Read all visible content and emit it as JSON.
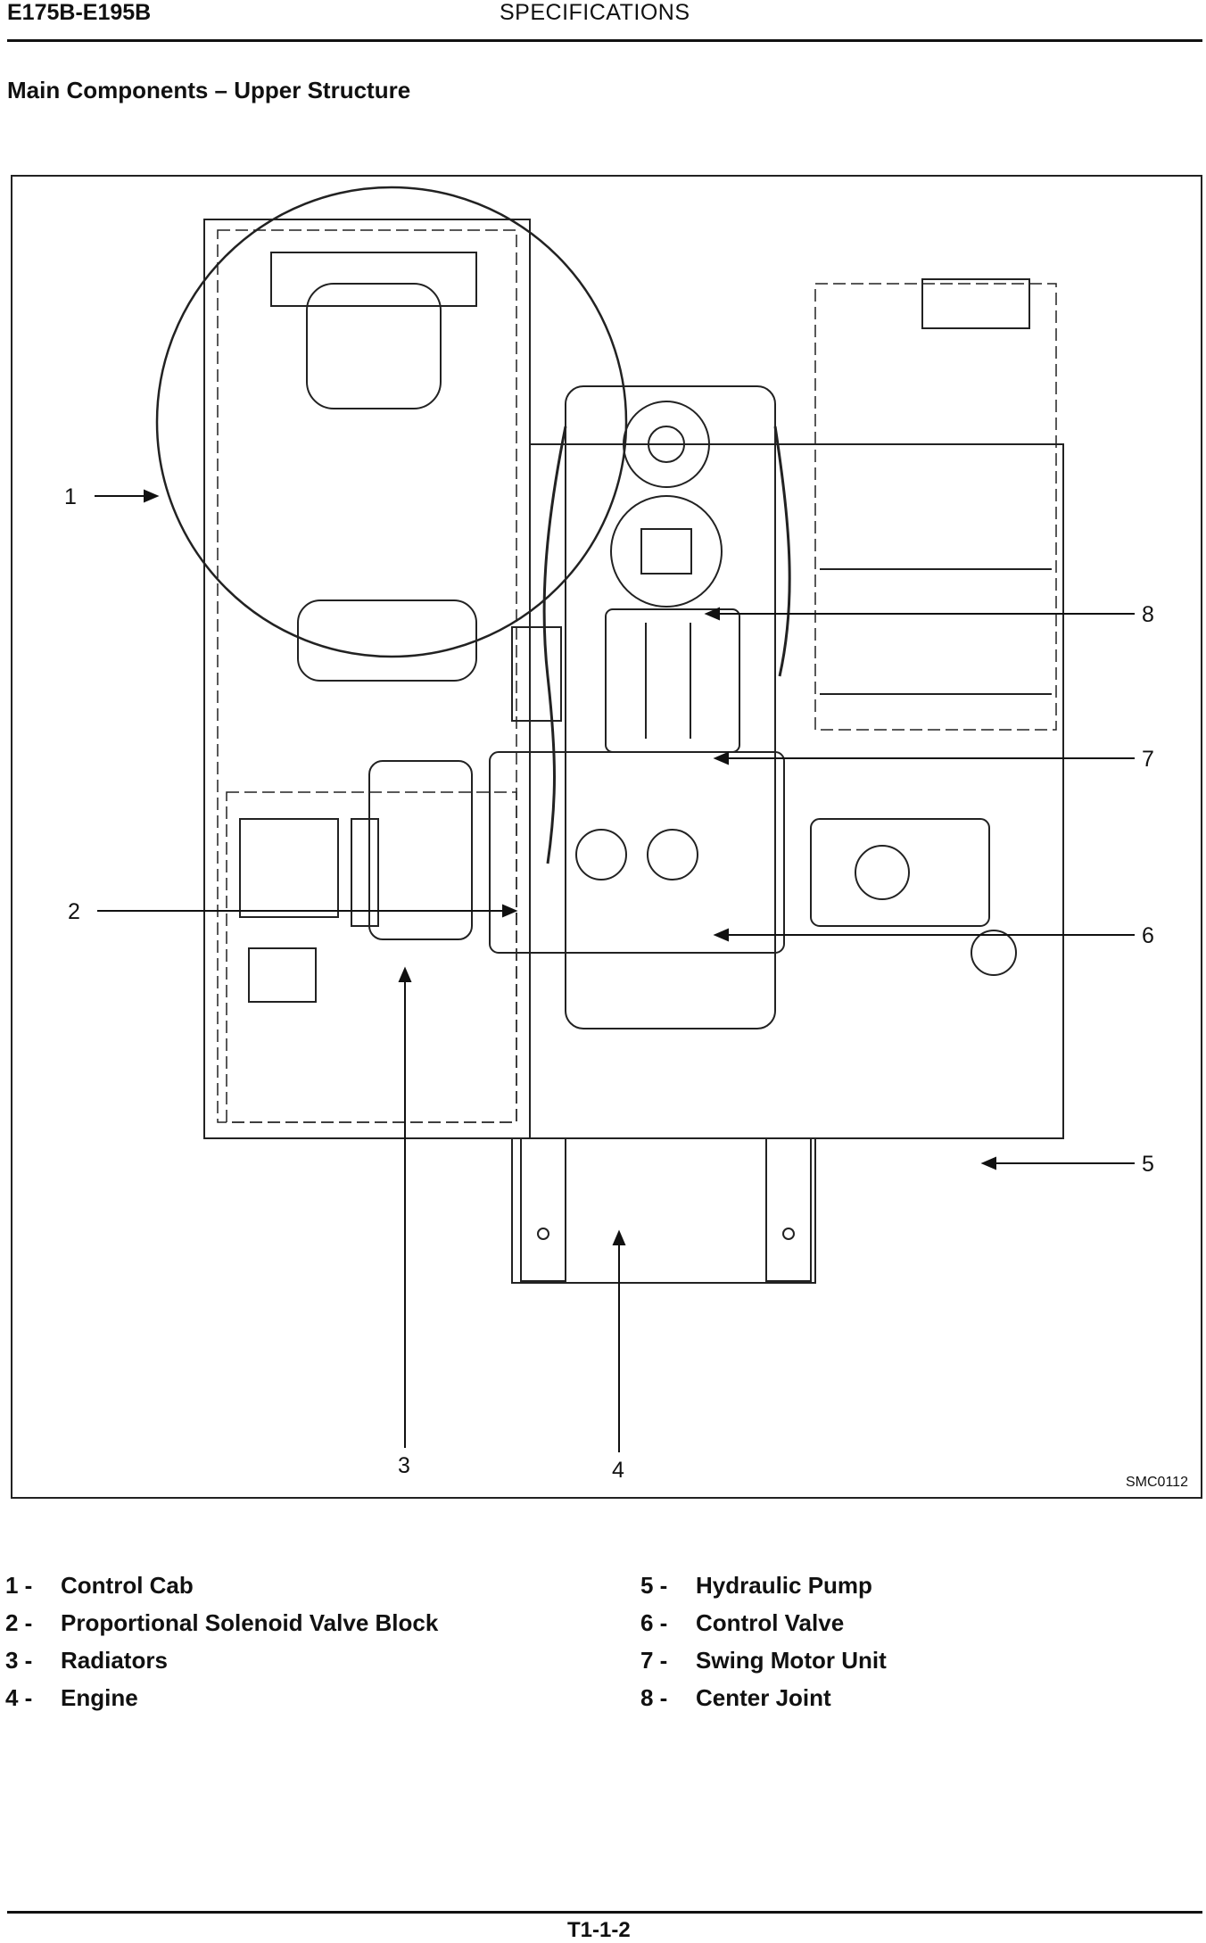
{
  "header": {
    "model": "E175B-E195B",
    "section": "SPECIFICATIONS"
  },
  "title": "Main Components – Upper Structure",
  "figure": {
    "code": "SMC0112",
    "callouts": [
      "1",
      "2",
      "3",
      "4",
      "5",
      "6",
      "7",
      "8"
    ]
  },
  "legend": [
    {
      "num": "1 -",
      "label": "Control Cab"
    },
    {
      "num": "2 -",
      "label": "Proportional Solenoid Valve Block"
    },
    {
      "num": "3 -",
      "label": "Radiators"
    },
    {
      "num": "4 -",
      "label": "Engine"
    },
    {
      "num": "5 -",
      "label": "Hydraulic Pump"
    },
    {
      "num": "6 -",
      "label": "Control Valve"
    },
    {
      "num": "7 -",
      "label": "Swing Motor Unit"
    },
    {
      "num": "8 -",
      "label": "Center Joint"
    }
  ],
  "footer": {
    "page": "T1-1-2"
  }
}
